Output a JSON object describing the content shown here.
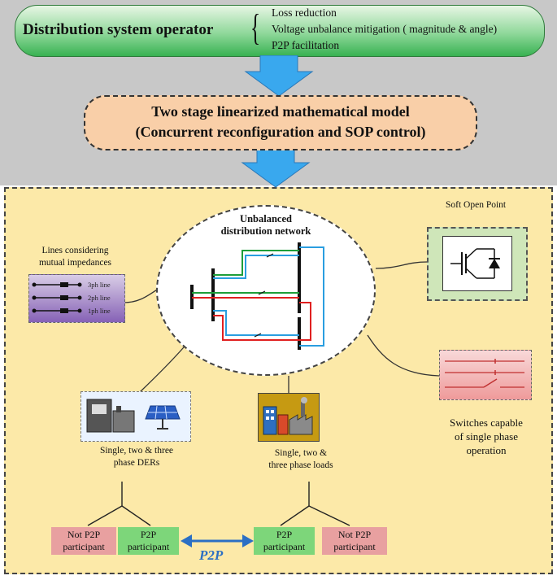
{
  "dso": {
    "title": "Distribution system operator",
    "objectives": [
      "Loss reduction",
      "Voltage unbalance mitigation ( magnitude & angle)",
      "P2P facilitation"
    ]
  },
  "model": {
    "line1": "Two stage linearized mathematical model",
    "line2": "(Concurrent reconfiguration and SOP control)"
  },
  "network": {
    "title_line1": "Unbalanced",
    "title_line2": "distribution network"
  },
  "lines": {
    "caption_line1": "Lines considering",
    "caption_line2": "mutual impedances",
    "rows": [
      "3ph line",
      "2ph line",
      "1ph line"
    ]
  },
  "sop": {
    "caption": "Soft Open Point"
  },
  "switches": {
    "caption_line1": "Switches capable",
    "caption_line2": "of single phase",
    "caption_line3": "operation"
  },
  "ders": {
    "caption_line1": "Single, two & three",
    "caption_line2": "phase DERs"
  },
  "loads": {
    "caption_line1": "Single, two &",
    "caption_line2": "three phase loads"
  },
  "p2p": {
    "left_not_line1": "Not P2P",
    "left_not_line2": "participant",
    "left_yes_line1": "P2P",
    "left_yes_line2": "participant",
    "right_yes_line1": "P2P",
    "right_yes_line2": "participant",
    "right_not_line1": "Not P2P",
    "right_not_line2": "participant",
    "exchange_label": "P2P"
  },
  "colors": {
    "phase_a": "#e02020",
    "phase_b": "#1e9e3a",
    "phase_c": "#2a9ee0",
    "arrow": "#39a8ee"
  }
}
